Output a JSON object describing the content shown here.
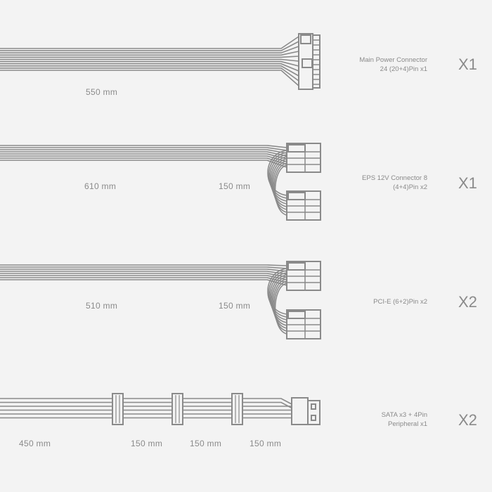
{
  "colors": {
    "background": "#f3f3f3",
    "line": "#8a8a8a"
  },
  "cables": [
    {
      "name": "main-power",
      "desc_line1": "Main Power Connector",
      "desc_line2": "24 (20+4)Pin x1",
      "quantity": "X1",
      "lengths": [
        "550 mm"
      ]
    },
    {
      "name": "eps",
      "desc_line1": "EPS 12V Connector 8",
      "desc_line2": "(4+4)Pin x2",
      "quantity": "X1",
      "lengths": [
        "610 mm",
        "150 mm"
      ]
    },
    {
      "name": "pcie",
      "desc_line1": "PCI-E (6+2)Pin x2",
      "desc_line2": "",
      "quantity": "X2",
      "lengths": [
        "510 mm",
        "150 mm"
      ]
    },
    {
      "name": "sata",
      "desc_line1": "SATA x3 + 4Pin",
      "desc_line2": "Peripheral x1",
      "quantity": "X2",
      "lengths": [
        "450 mm",
        "150 mm",
        "150 mm",
        "150 mm"
      ]
    }
  ]
}
